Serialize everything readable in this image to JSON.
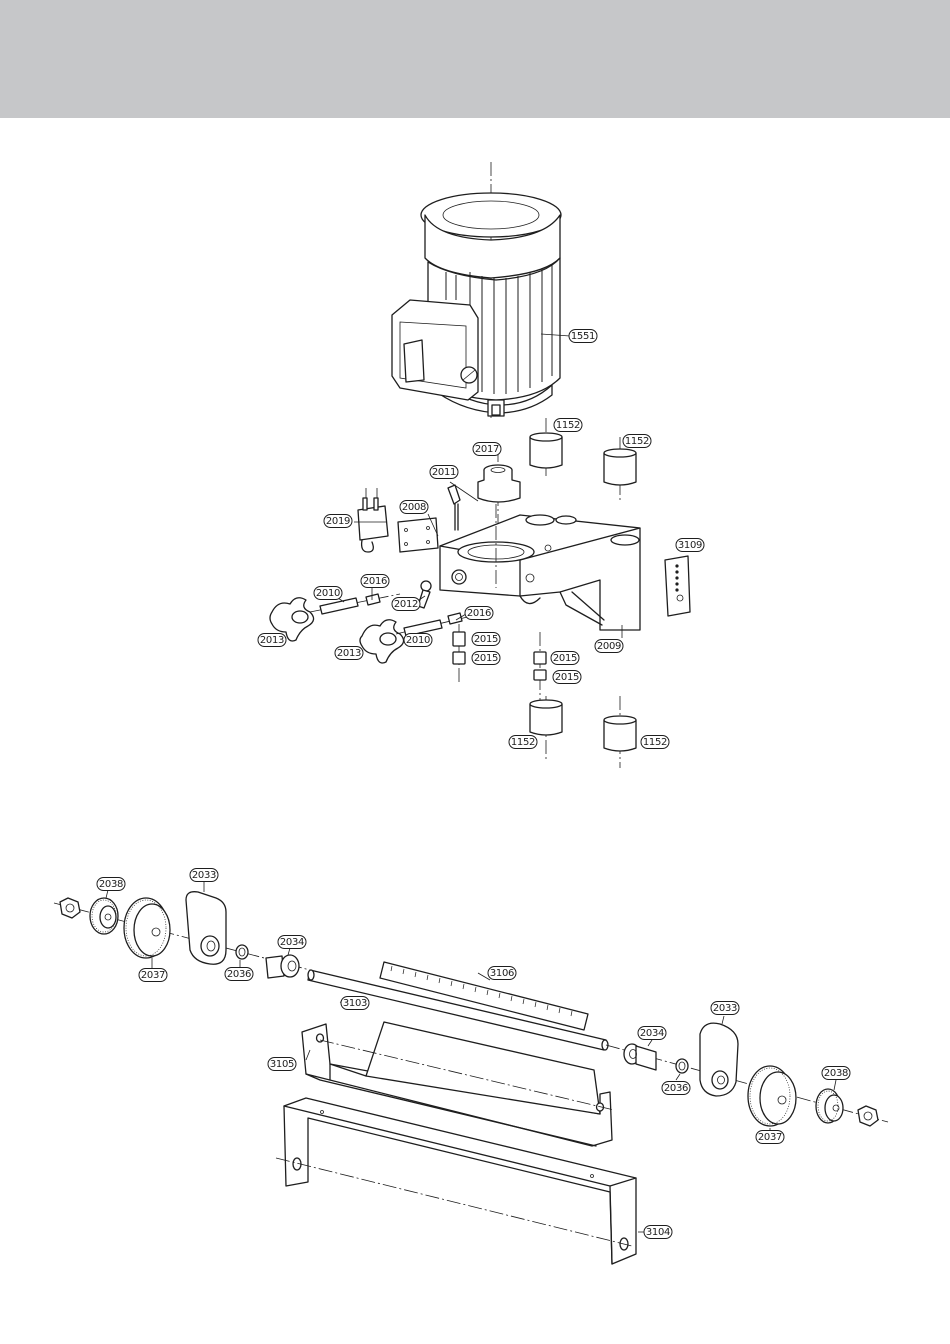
{
  "callouts": [
    {
      "id": "c1551a",
      "label": "1551"
    },
    {
      "id": "c1152a",
      "label": "1152"
    },
    {
      "id": "c1152b",
      "label": "1152"
    },
    {
      "id": "c2017",
      "label": "2017"
    },
    {
      "id": "c2011",
      "label": "2011"
    },
    {
      "id": "c2008",
      "label": "2008"
    },
    {
      "id": "c2019",
      "label": "2019"
    },
    {
      "id": "c3109",
      "label": "3109"
    },
    {
      "id": "c2016a",
      "label": "2016"
    },
    {
      "id": "c2010a",
      "label": "2010"
    },
    {
      "id": "c2012",
      "label": "2012"
    },
    {
      "id": "c2016b",
      "label": "2016"
    },
    {
      "id": "c2013a",
      "label": "2013"
    },
    {
      "id": "c2010b",
      "label": "2010"
    },
    {
      "id": "c2015a",
      "label": "2015"
    },
    {
      "id": "c2013b",
      "label": "2013"
    },
    {
      "id": "c2015b",
      "label": "2015"
    },
    {
      "id": "c2009",
      "label": "2009"
    },
    {
      "id": "c2015c",
      "label": "2015"
    },
    {
      "id": "c2015d",
      "label": "2015"
    },
    {
      "id": "c1152c",
      "label": "1152"
    },
    {
      "id": "c1152d",
      "label": "1152"
    },
    {
      "id": "c2038a",
      "label": "2038"
    },
    {
      "id": "c2033a",
      "label": "2033"
    },
    {
      "id": "c2034a",
      "label": "2034"
    },
    {
      "id": "c2037a",
      "label": "2037"
    },
    {
      "id": "c2036a",
      "label": "2036"
    },
    {
      "id": "c3106",
      "label": "3106"
    },
    {
      "id": "c3103",
      "label": "3103"
    },
    {
      "id": "c2033b",
      "label": "2033"
    },
    {
      "id": "c2034b",
      "label": "2034"
    },
    {
      "id": "c3105",
      "label": "3105"
    },
    {
      "id": "c2036b",
      "label": "2036"
    },
    {
      "id": "c2038b",
      "label": "2038"
    },
    {
      "id": "c2037b",
      "label": "2037"
    },
    {
      "id": "c3104",
      "label": "3104"
    }
  ]
}
